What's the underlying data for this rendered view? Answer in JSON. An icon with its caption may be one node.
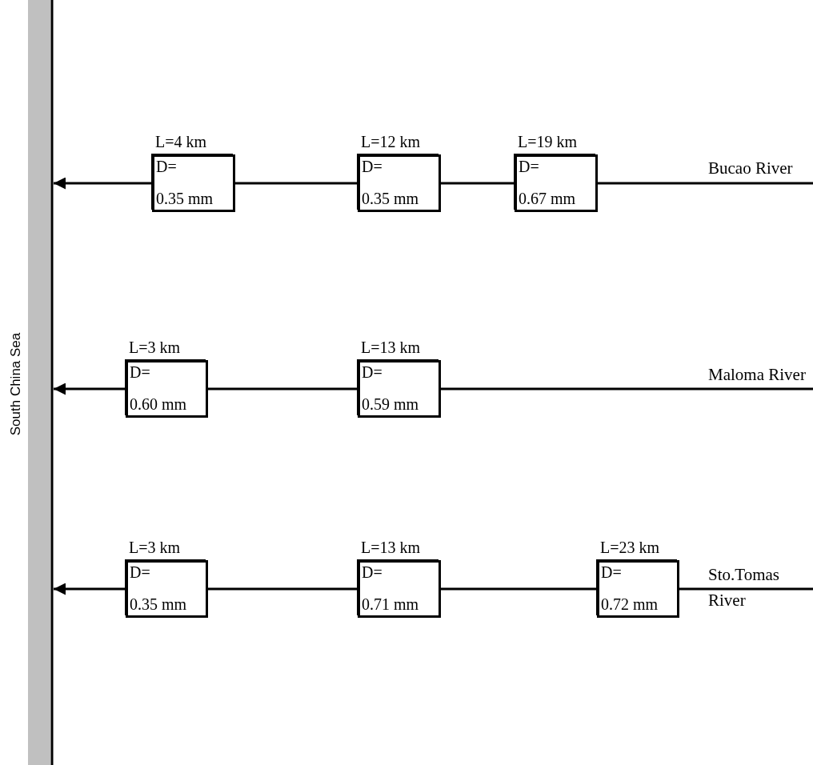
{
  "diagram": {
    "nodes": [
      {
        "text": [
          "South China Sea"
        ]
      },
      {
        "text": [
          "D=",
          "0.35 mm"
        ],
        "beside": [
          "L=4 km"
        ]
      },
      {
        "text": [
          "D=",
          "0.35 mm"
        ],
        "beside": [
          "L=12 km"
        ]
      },
      {
        "text": [
          "D=",
          "0.67 mm"
        ],
        "beside": [
          "L=19 km"
        ]
      },
      {
        "text": [
          "D=",
          "0.60 mm"
        ],
        "beside": [
          "L=3 km"
        ]
      },
      {
        "text": [
          "D=",
          "0.59 mm"
        ],
        "beside": [
          "L=13 km"
        ]
      },
      {
        "text": [
          "D=",
          "0.35 mm"
        ],
        "beside": [
          "L=3 km"
        ]
      },
      {
        "text": [
          "D=",
          "0.71 mm"
        ],
        "beside": [
          "L=13 km"
        ]
      },
      {
        "text": [
          "D=",
          "0.72 mm"
        ],
        "beside": [
          "L=23 km"
        ]
      }
    ],
    "edges": [
      {
        "from": null,
        "to": 3,
        "arrow": "none"
      },
      {
        "from": 3,
        "to": 2,
        "arrow": "none"
      },
      {
        "from": 2,
        "to": 1,
        "arrow": "none"
      },
      {
        "from": 1,
        "to": 0,
        "arrow": "to"
      },
      {
        "from": null,
        "to": 5,
        "arrow": "none"
      },
      {
        "from": 5,
        "to": 4,
        "arrow": "none"
      },
      {
        "from": 4,
        "to": 0,
        "arrow": "to"
      },
      {
        "from": null,
        "to": 8,
        "arrow": "none"
      },
      {
        "from": 8,
        "to": 7,
        "arrow": "none"
      },
      {
        "from": 7,
        "to": 6,
        "arrow": "none"
      },
      {
        "from": 6,
        "to": 0,
        "arrow": "to"
      }
    ],
    "labels": [
      "Bucao River",
      "Maloma River",
      "Sto.Tomas River"
    ]
  }
}
